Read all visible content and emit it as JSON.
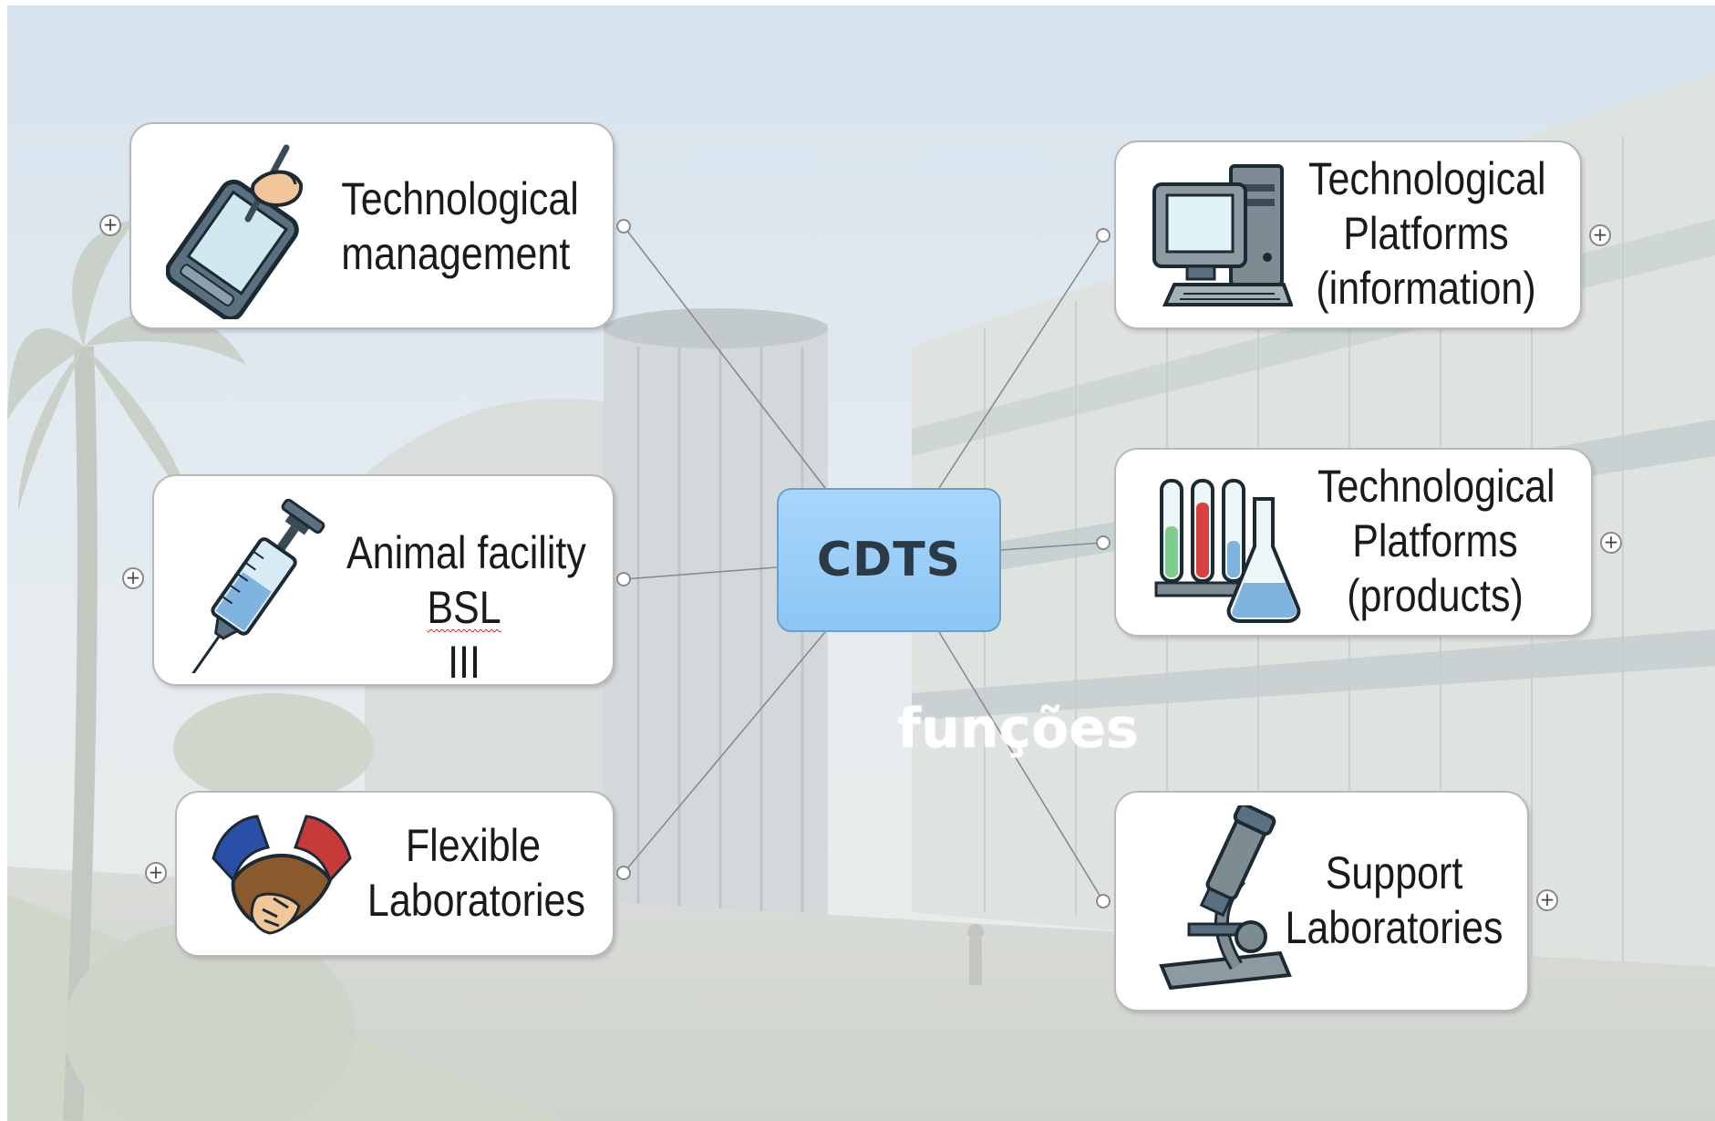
{
  "center": {
    "label": "CDTS",
    "color": "#9dd0f8"
  },
  "overlay_text": "funções",
  "nodes": {
    "tech_management": {
      "lines": [
        "Technological",
        "management"
      ],
      "icon": "stylus-tablet-icon"
    },
    "animal_facility": {
      "line1": "Animal facility",
      "line2_a": "BSL",
      "line2_b": "III",
      "icon": "syringe-icon"
    },
    "flexible_labs": {
      "lines": [
        "Flexible",
        "Laboratories"
      ],
      "icon": "handshake-icon"
    },
    "tech_platforms_info": {
      "lines": [
        "Technological",
        "Platforms",
        "(information)"
      ],
      "icon": "computer-icon"
    },
    "tech_platforms_products": {
      "lines": [
        "Technological",
        "Platforms",
        "(products)"
      ],
      "icon": "test-tubes-flask-icon"
    },
    "support_labs": {
      "lines": [
        "Support",
        "Laboratories"
      ],
      "icon": "microscope-icon"
    }
  },
  "expand_symbol": "+",
  "colors": {
    "node_border": "#b8b8b8",
    "link": "#8a8a8a",
    "center_fill": "#9dd0f8",
    "background_sky": "#dfe8f0"
  }
}
